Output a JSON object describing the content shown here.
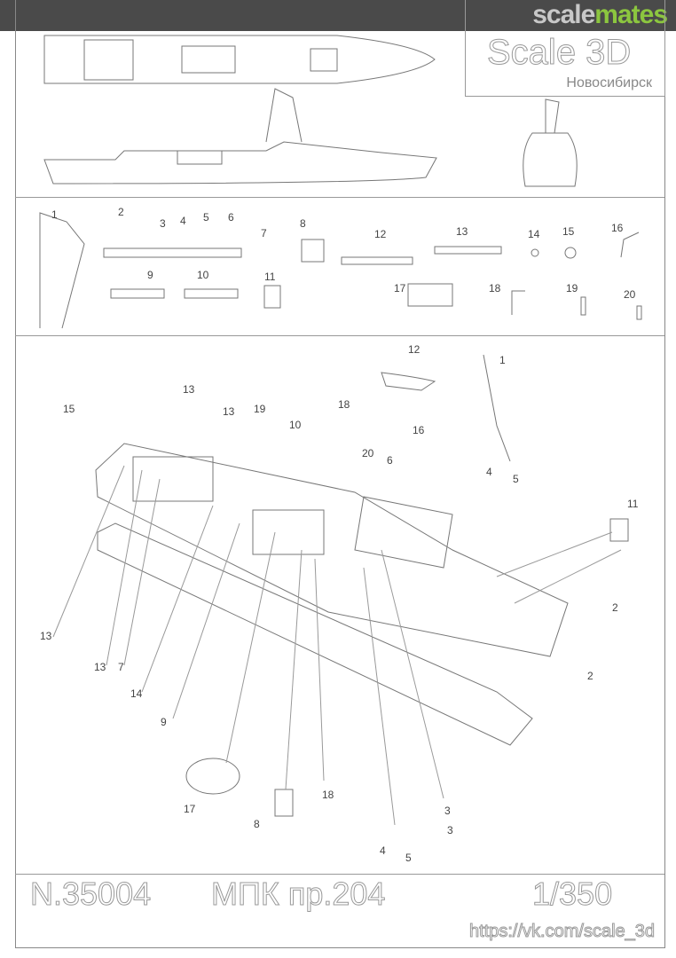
{
  "watermark": {
    "part1": "scale",
    "part2": "mates"
  },
  "logo": {
    "brand": "Scale 3D",
    "city": "Новосибирск"
  },
  "parts_legend": [
    "1",
    "2",
    "3",
    "4",
    "5",
    "6",
    "7",
    "8",
    "12",
    "13",
    "14",
    "15",
    "16",
    "9",
    "10",
    "11",
    "17",
    "18",
    "19",
    "20"
  ],
  "assembly_callouts": [
    "12",
    "1",
    "13",
    "13",
    "15",
    "19",
    "18",
    "10",
    "16",
    "6",
    "20",
    "4",
    "5",
    "11",
    "2",
    "2",
    "13",
    "13",
    "7",
    "14",
    "9",
    "17",
    "8",
    "18",
    "3",
    "3",
    "4",
    "5"
  ],
  "footer": {
    "kit_number": "N.35004",
    "model": "МПК пр.204",
    "scale": "1/350",
    "url": "https://vk.com/scale_3d"
  },
  "colors": {
    "topbar": "#4a4a4a",
    "mates": "#8cc63f",
    "line": "#999999"
  }
}
